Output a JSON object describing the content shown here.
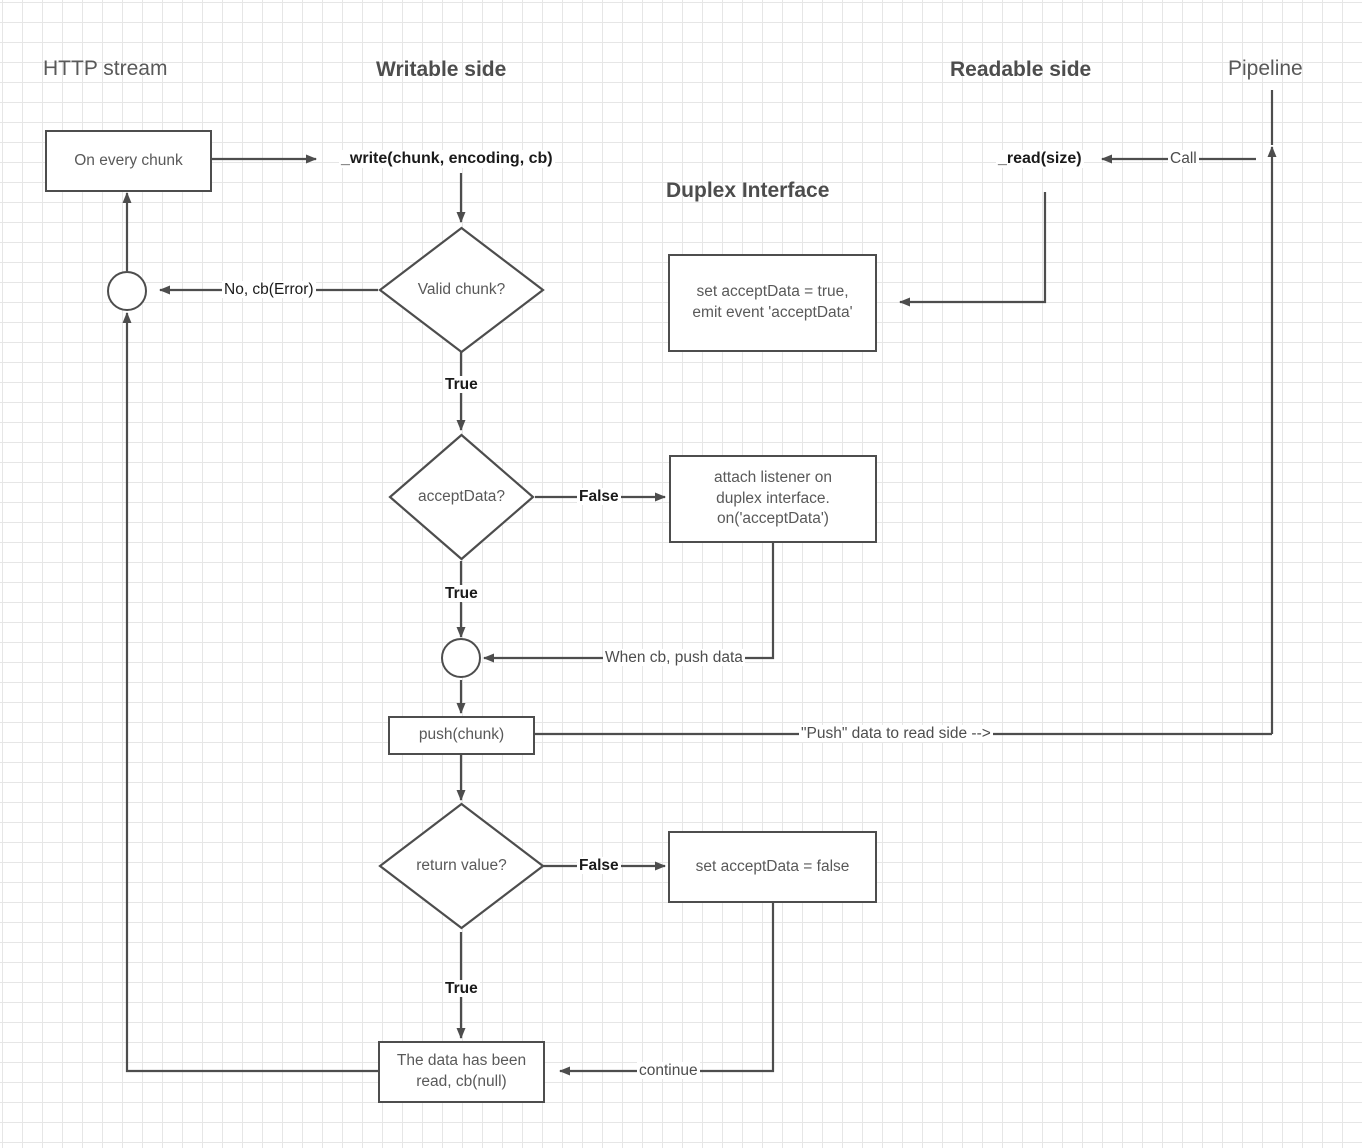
{
  "diagram": {
    "title": "Duplex Interface",
    "swimlane_titles": {
      "http_stream": "HTTP stream",
      "writable_side": "Writable side",
      "readable_side": "Readable side",
      "pipeline": "Pipeline"
    },
    "center_title": "Duplex Interface",
    "nodes": {
      "on_every_chunk": "On every chunk",
      "write_method": "_write(chunk, encoding, cb)",
      "read_method": "_read(size)",
      "valid_chunk": "Valid chunk?",
      "accept_data_q": "acceptData?",
      "set_accept_true": "set acceptData = true,\nemit event 'acceptData'",
      "attach_listener": "attach listener on\nduplex interface.\non('acceptData')",
      "push_chunk": "push(chunk)",
      "return_value_q": "return value?",
      "set_accept_false": "set acceptData = false",
      "data_read": "The data has been\nread, cb(null)"
    },
    "edge_labels": {
      "no_cb_error": "No, cb(Error)",
      "valid_true": "True",
      "accept_false": "False",
      "accept_true": "True",
      "when_cb_push": "When cb, push data",
      "push_to_read": "\"Push\" data to read side -->",
      "return_false": "False",
      "return_true": "True",
      "continue": "continue",
      "call": "Call"
    },
    "colors": {
      "stroke": "#4d4d4d",
      "node_text": "#595959",
      "label_text": "#1a1a1a",
      "background": "#ffffff",
      "grid_minor": "#e6e6e6",
      "grid_major": "#d4d4d4"
    }
  }
}
